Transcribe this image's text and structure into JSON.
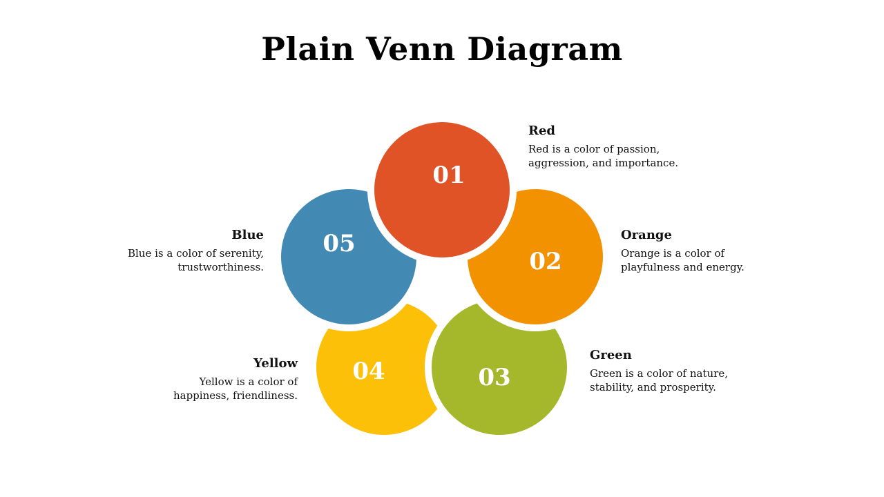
{
  "title": "Plain Venn Diagram",
  "items": [
    {
      "number": "01",
      "name": "Red",
      "description": "Red is a color of passion, aggression, and importance.",
      "color": "#E05327"
    },
    {
      "number": "02",
      "name": "Orange",
      "description": "Orange is a color of playfulness and energy.",
      "color": "#F39200"
    },
    {
      "number": "03",
      "name": "Green",
      "description": "Green is a color of nature, stability, and prosperity.",
      "color": "#A5B82B"
    },
    {
      "number": "04",
      "name": "Yellow",
      "description": "Yellow is a color of happiness, friendliness.",
      "color": "#FCC008"
    },
    {
      "number": "05",
      "name": "Blue",
      "description": "Blue is a color of serenity, trustworthiness.",
      "color": "#428AB4"
    }
  ]
}
